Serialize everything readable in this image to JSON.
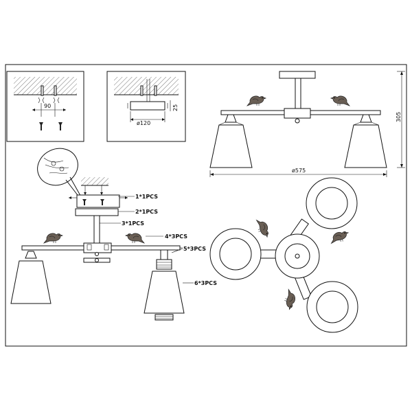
{
  "detail_left": {
    "dimension": "90"
  },
  "detail_right": {
    "diameter": "ø120",
    "height": "25"
  },
  "front_view": {
    "width": "ø575",
    "height": "305"
  },
  "parts": [
    {
      "id": "1",
      "label": "1*1PCS"
    },
    {
      "id": "2",
      "label": "2*1PCS"
    },
    {
      "id": "3",
      "label": "3*1PCS"
    },
    {
      "id": "4",
      "label": "4*3PCS"
    },
    {
      "id": "5",
      "label": "5*3PCS"
    },
    {
      "id": "6",
      "label": "6*3PCS"
    }
  ]
}
